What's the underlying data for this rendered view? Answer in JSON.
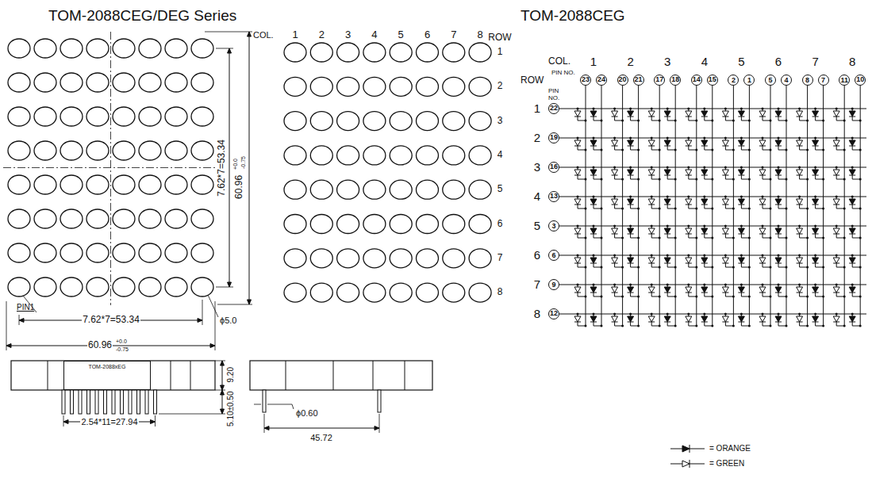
{
  "diagram": {
    "title": "TOM-2088CEG/DEG Series",
    "nodes": [
      {
        "text": [
          "TOM-2088xEG"
        ]
      },
      {
        "text": [
          "23"
        ]
      },
      {
        "text": [
          "24"
        ]
      },
      {
        "text": [
          "20"
        ]
      },
      {
        "text": [
          "21"
        ]
      },
      {
        "text": [
          "17"
        ]
      },
      {
        "text": [
          "18"
        ]
      },
      {
        "text": [
          "14"
        ]
      },
      {
        "text": [
          "15"
        ]
      },
      {
        "text": [
          "2"
        ]
      },
      {
        "text": [
          "1"
        ]
      },
      {
        "text": [
          "5"
        ]
      },
      {
        "text": [
          "4"
        ]
      },
      {
        "text": [
          "8"
        ]
      },
      {
        "text": [
          "7"
        ]
      },
      {
        "text": [
          "11"
        ]
      },
      {
        "text": [
          "10"
        ]
      },
      {
        "text": [
          "22"
        ]
      },
      {
        "text": [
          "19"
        ]
      },
      {
        "text": [
          "16"
        ]
      },
      {
        "text": [
          "13"
        ]
      },
      {
        "text": [
          "3"
        ]
      },
      {
        "text": [
          "6"
        ]
      },
      {
        "text": [
          "9"
        ]
      },
      {
        "text": [
          "12"
        ]
      }
    ],
    "labels": [
      "TOM-2088CEG",
      "7.62*7=53.34",
      "60.96",
      "+0.0",
      "-0.75",
      "PIN1",
      "7.62*7=53.34",
      "60.96",
      "+0.0",
      "-0.75",
      "ϕ5.0",
      "9.20",
      "5.10±0.50",
      "2.54*11=27.94",
      "ϕ0.60",
      "45.72",
      "COL.",
      "1",
      "2",
      "3",
      "4",
      "5",
      "6",
      "7",
      "8",
      "ROW",
      "1",
      "2",
      "3",
      "4",
      "5",
      "6",
      "7",
      "8",
      "COL.",
      "1",
      "2",
      "3",
      "4",
      "5",
      "6",
      "7",
      "8",
      "ROW",
      "PIN NO.",
      "PIN NO.",
      "1",
      "2",
      "3",
      "4",
      "5",
      "6",
      "7",
      "8"
    ],
    "legend": [
      {
        "text": "= ORANGE"
      },
      {
        "text": "= GREEN"
      }
    ]
  }
}
